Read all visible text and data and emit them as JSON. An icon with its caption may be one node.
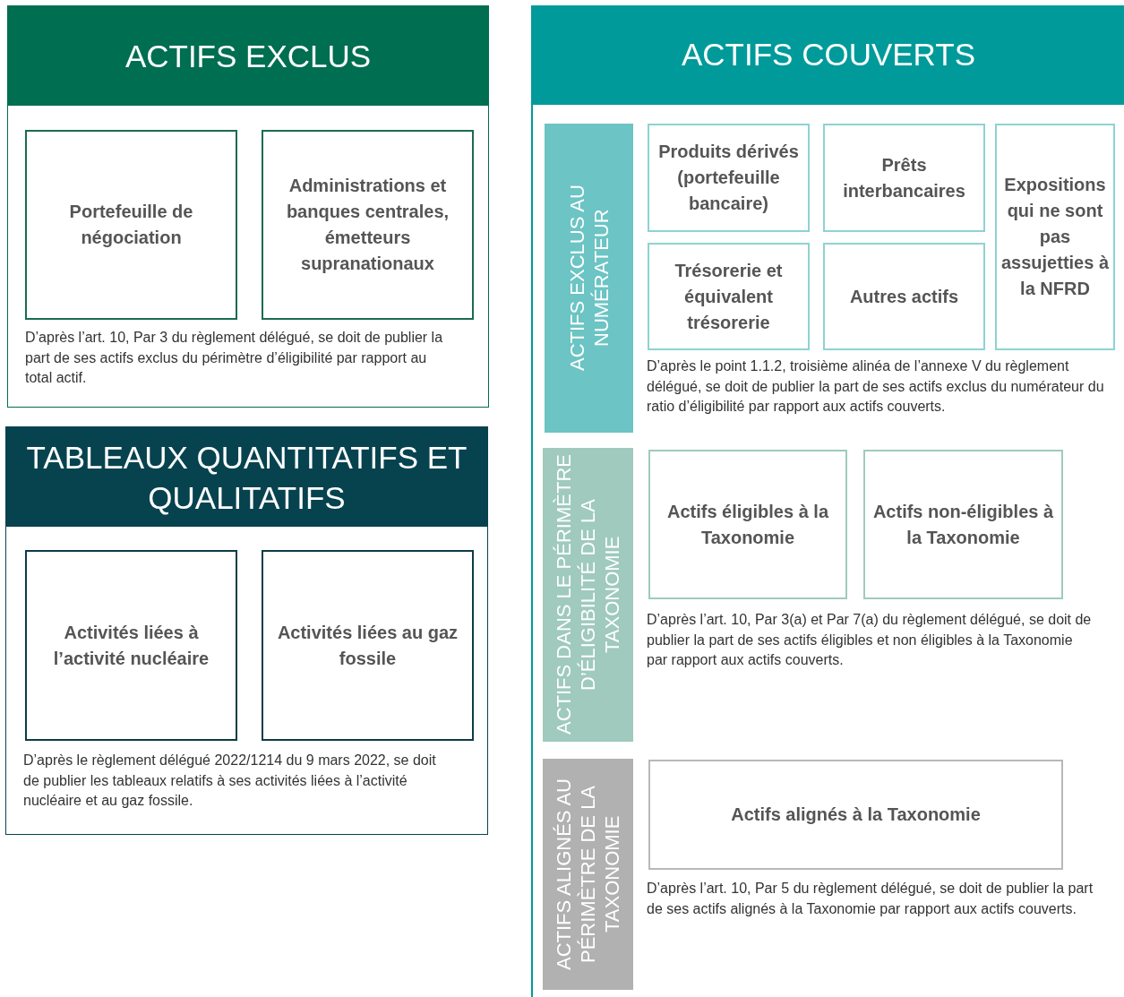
{
  "diagram": {
    "nodes": [
      {
        "text": [
          "ACTIFS EXCLUS",
          "D’après l’art. 10, Par 3 du règlement délégué, se doit de publier la part de ses actifs exclus du périmètre d’éligibilité par rapport au total actif."
        ]
      },
      {
        "text": [
          "Portefeuille de négociation"
        ],
        "in": 0
      },
      {
        "text": [
          "Administrations et banques centrales, émetteurs supranationaux"
        ],
        "in": 0
      },
      {
        "text": [
          "TABLEAUX QUANTITATIFS ET QUALITATIFS",
          "D’après le règlement délégué 2022/1214 du 9 mars 2022, se doit de publier les tableaux relatifs à ses activités liées à l’activité nucléaire et au gaz fossile."
        ]
      },
      {
        "text": [
          "Activités liées à l’activité nucléaire"
        ],
        "in": 3
      },
      {
        "text": [
          "Activités liées au gaz fossile"
        ],
        "in": 3
      },
      {
        "text": [
          "ACTIFS COUVERTS"
        ]
      },
      {
        "text": [
          "ACTIFS EXCLUS AU NUMÉRATEUR"
        ],
        "in": 6
      },
      {
        "text": [
          "Produits dérivés (portefeuille bancaire)"
        ],
        "in": 6
      },
      {
        "text": [
          "Prêts interbancaires"
        ],
        "in": 6
      },
      {
        "text": [
          "Expositions qui ne sont pas assujetties à la NFRD"
        ],
        "in": 6
      },
      {
        "text": [
          "Trésorerie et équivalent trésorerie"
        ],
        "in": 6
      },
      {
        "text": [
          "Autres actifs"
        ],
        "in": 6
      },
      {
        "text": [
          "ACTIFS DANS LE PÉRIMÈTRE D’ÉLIGIBILITÉ DE LA TAXONOMIE"
        ],
        "in": 6
      },
      {
        "text": [
          "Actifs éligibles à la Taxonomie"
        ],
        "in": 6
      },
      {
        "text": [
          "Actifs non-éligibles à la Taxonomie"
        ],
        "in": 6
      },
      {
        "text": [
          "ACTIFS ALIGNÉS AU PÉRIMÈTRE DE LA TAXONOMIE"
        ],
        "in": 6
      },
      {
        "text": [
          "Actifs alignés à la Taxonomie"
        ],
        "in": 6
      }
    ],
    "labels": [
      "D’après le point 1.1.2, troisième alinéa de l’annexe V du règlement délégué, se doit de publier la part de ses actifs exclus du numérateur du ratio d’éligibilité par rapport aux actifs couverts.",
      "D’après l’art. 10, Par 3(a) et Par 7(a) du règlement délégué, se doit de publier la part de ses actifs éligibles et non éligibles à la Taxonomie par rapport aux actifs couverts.",
      "D’après l’art. 10, Par 5 du règlement délégué, se doit de publier la part de ses actifs alignés à la Taxonomie par rapport aux actifs couverts."
    ]
  }
}
